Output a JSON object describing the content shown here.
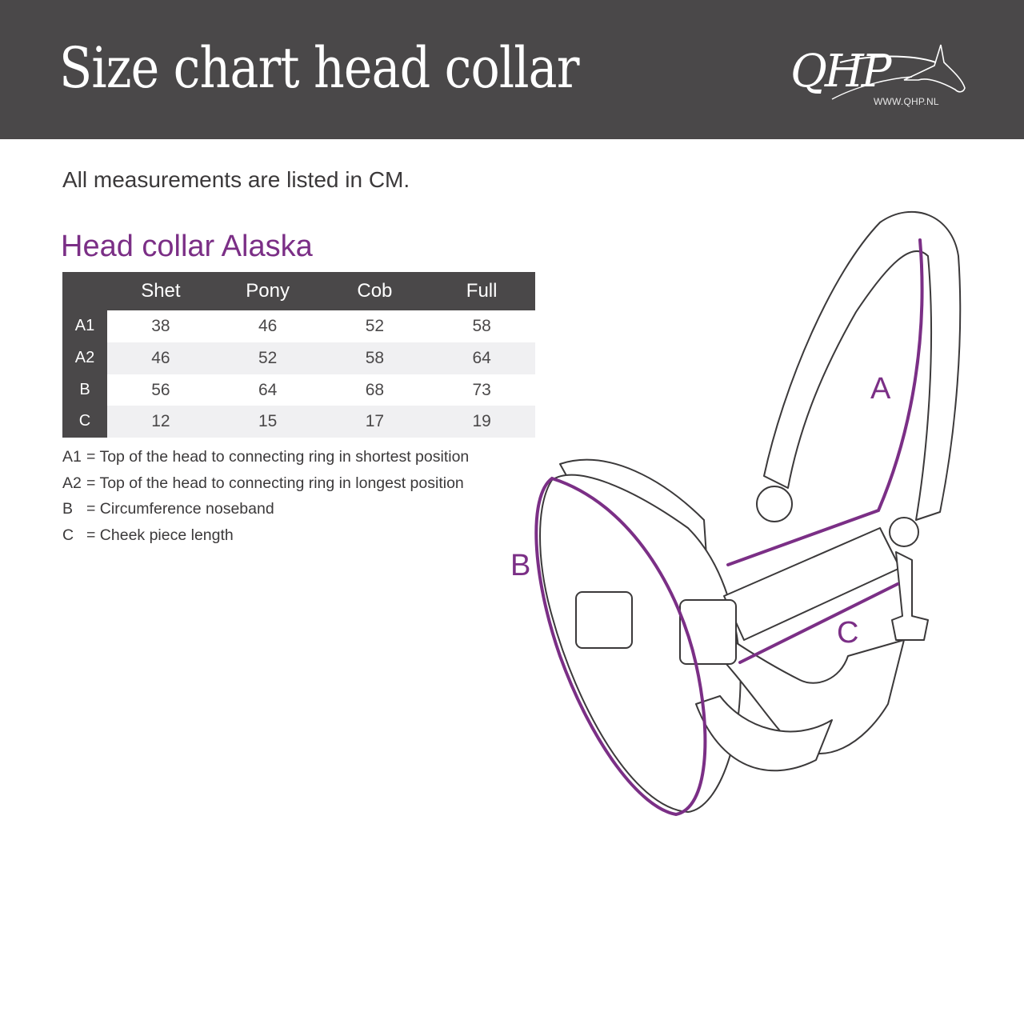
{
  "header": {
    "title": "Size chart head collar",
    "logo": {
      "text": "QHP",
      "url": "WWW.QHP.NL"
    },
    "background_color": "#4a4849"
  },
  "note": "All measurements are listed in CM.",
  "section_title": "Head collar Alaska",
  "accent_color": "#7b2f86",
  "table": {
    "columns": [
      "Shet",
      "Pony",
      "Cob",
      "Full"
    ],
    "rows": [
      {
        "label": "A1",
        "values": [
          "38",
          "46",
          "52",
          "58"
        ]
      },
      {
        "label": "A2",
        "values": [
          "46",
          "52",
          "58",
          "64"
        ]
      },
      {
        "label": "B",
        "values": [
          "56",
          "64",
          "68",
          "73"
        ]
      },
      {
        "label": "C",
        "values": [
          "12",
          "15",
          "17",
          "19"
        ]
      }
    ]
  },
  "legend": [
    {
      "key": "A1",
      "desc": "= Top of the head to connecting ring in shortest position"
    },
    {
      "key": "A2",
      "desc": "= Top of the head to connecting ring in longest position"
    },
    {
      "key": "B",
      "desc": "= Circumference noseband"
    },
    {
      "key": "C",
      "desc": "= Cheek piece length"
    }
  ],
  "diagram": {
    "labels": {
      "a": "A",
      "b": "B",
      "c": "C"
    }
  }
}
